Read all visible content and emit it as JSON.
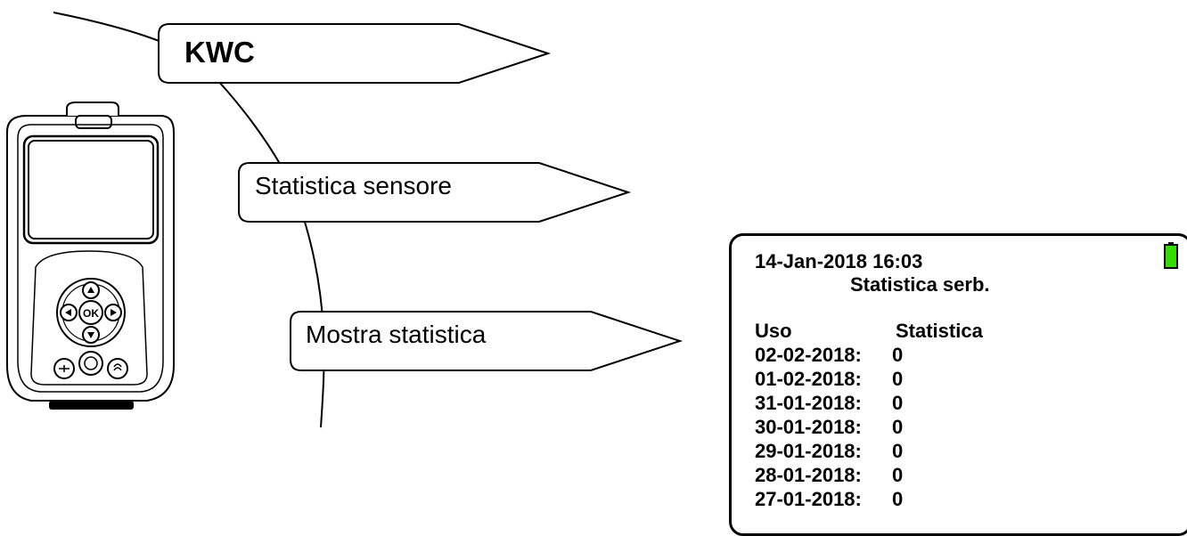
{
  "menu": {
    "level1": "KWC",
    "level2": "Statistica sensore",
    "level3": "Mostra statistica"
  },
  "screen": {
    "datetime": "14-Jan-2018 16:03",
    "title": "Statistica serb.",
    "columns": [
      "Uso",
      "Statistica"
    ],
    "rows": [
      {
        "date": "02-02-2018:",
        "value": "0"
      },
      {
        "date": "01-02-2018:",
        "value": "0"
      },
      {
        "date": "31-01-2018:",
        "value": "0"
      },
      {
        "date": "30-01-2018:",
        "value": "0"
      },
      {
        "date": "29-01-2018:",
        "value": "0"
      },
      {
        "date": "28-01-2018:",
        "value": "0"
      },
      {
        "date": "27-01-2018:",
        "value": "0"
      }
    ],
    "battery_color": "#33dd00"
  },
  "icons": {
    "device": "handheld-device-icon",
    "battery": "battery-icon",
    "ok_button": "ok-button-icon"
  }
}
